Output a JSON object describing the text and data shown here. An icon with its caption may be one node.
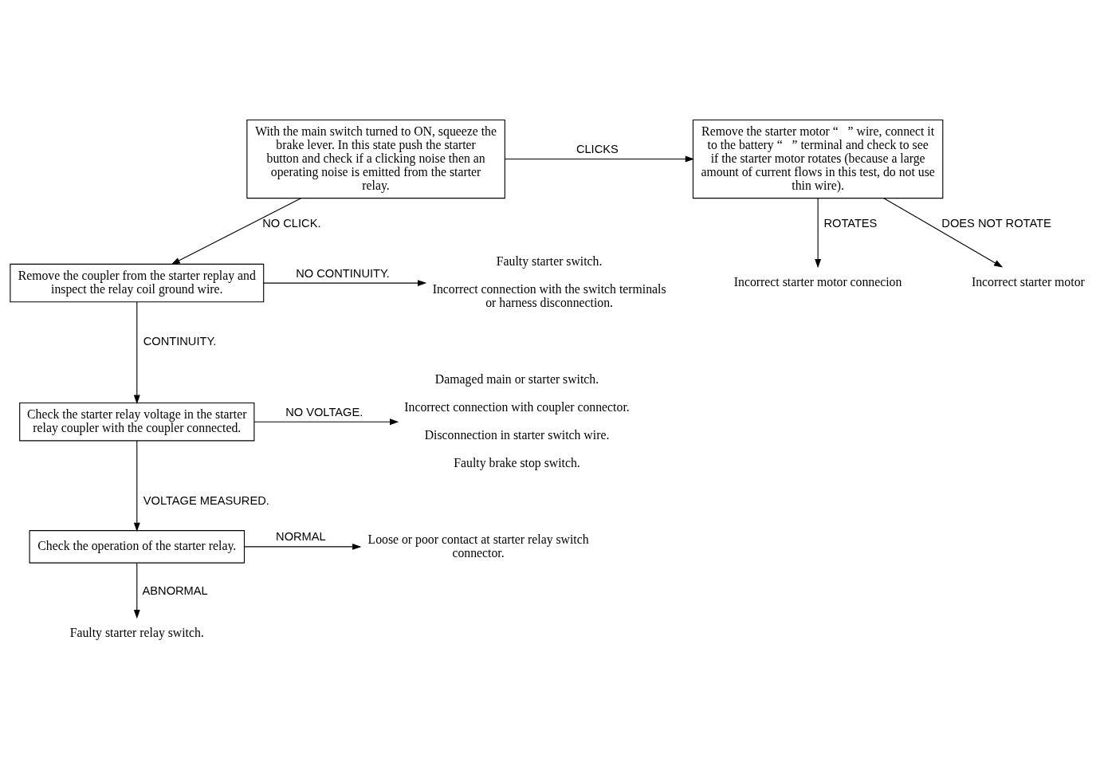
{
  "diagram": {
    "nodes": [
      {
        "text": [
          "With the main switch turned to ON, squeeze the brake lever. In this state push the starter button and check if a clicking noise then an operating noise is emitted from the starter relay."
        ]
      },
      {
        "text": [
          "Remove the starter motor “   ” wire, connect it to the battery “   ” terminal and check to see if the starter motor rotates (because a large amount of current flows in this test, do not use thin wire)."
        ]
      },
      {
        "text": [
          "Incorrect starter motor connecion"
        ]
      },
      {
        "text": [
          "Incorrect starter motor"
        ]
      },
      {
        "text": [
          "Remove the coupler from the starter replay and inspect the relay coil ground wire."
        ]
      },
      {
        "text": [
          "Faulty starter switch.",
          "Incorrect connection with the switch terminals or harness disconnection."
        ]
      },
      {
        "text": [
          "Check the starter relay voltage in the starter relay coupler with the coupler connected."
        ]
      },
      {
        "text": [
          "Damaged main or starter switch.",
          "Incorrect connection with coupler connector.",
          "Disconnection in starter switch wire.",
          "Faulty brake stop switch."
        ]
      },
      {
        "text": [
          "Check the operation of the starter relay."
        ]
      },
      {
        "text": [
          "Loose or poor contact at starter relay switch connector."
        ]
      },
      {
        "text": [
          "Faulty starter relay switch."
        ]
      }
    ],
    "edges": [
      {
        "from": 0,
        "to": 1,
        "arrow": "to",
        "label": "CLICKS"
      },
      {
        "from": 1,
        "to": 2,
        "arrow": "to",
        "label": "ROTATES"
      },
      {
        "from": 1,
        "to": 3,
        "arrow": "to",
        "label": "DOES NOT ROTATE"
      },
      {
        "from": 0,
        "to": 4,
        "arrow": "to",
        "label": "NO CLICK."
      },
      {
        "from": 4,
        "to": 5,
        "arrow": "to",
        "label": "NO CONTINUITY."
      },
      {
        "from": 4,
        "to": 6,
        "arrow": "to",
        "label": "CONTINUITY."
      },
      {
        "from": 6,
        "to": 7,
        "arrow": "to",
        "label": "NO VOLTAGE."
      },
      {
        "from": 6,
        "to": 8,
        "arrow": "to",
        "label": "VOLTAGE MEASURED."
      },
      {
        "from": 8,
        "to": 9,
        "arrow": "to",
        "label": "NORMAL"
      },
      {
        "from": 8,
        "to": 10,
        "arrow": "to",
        "label": "ABNORMAL"
      }
    ]
  }
}
